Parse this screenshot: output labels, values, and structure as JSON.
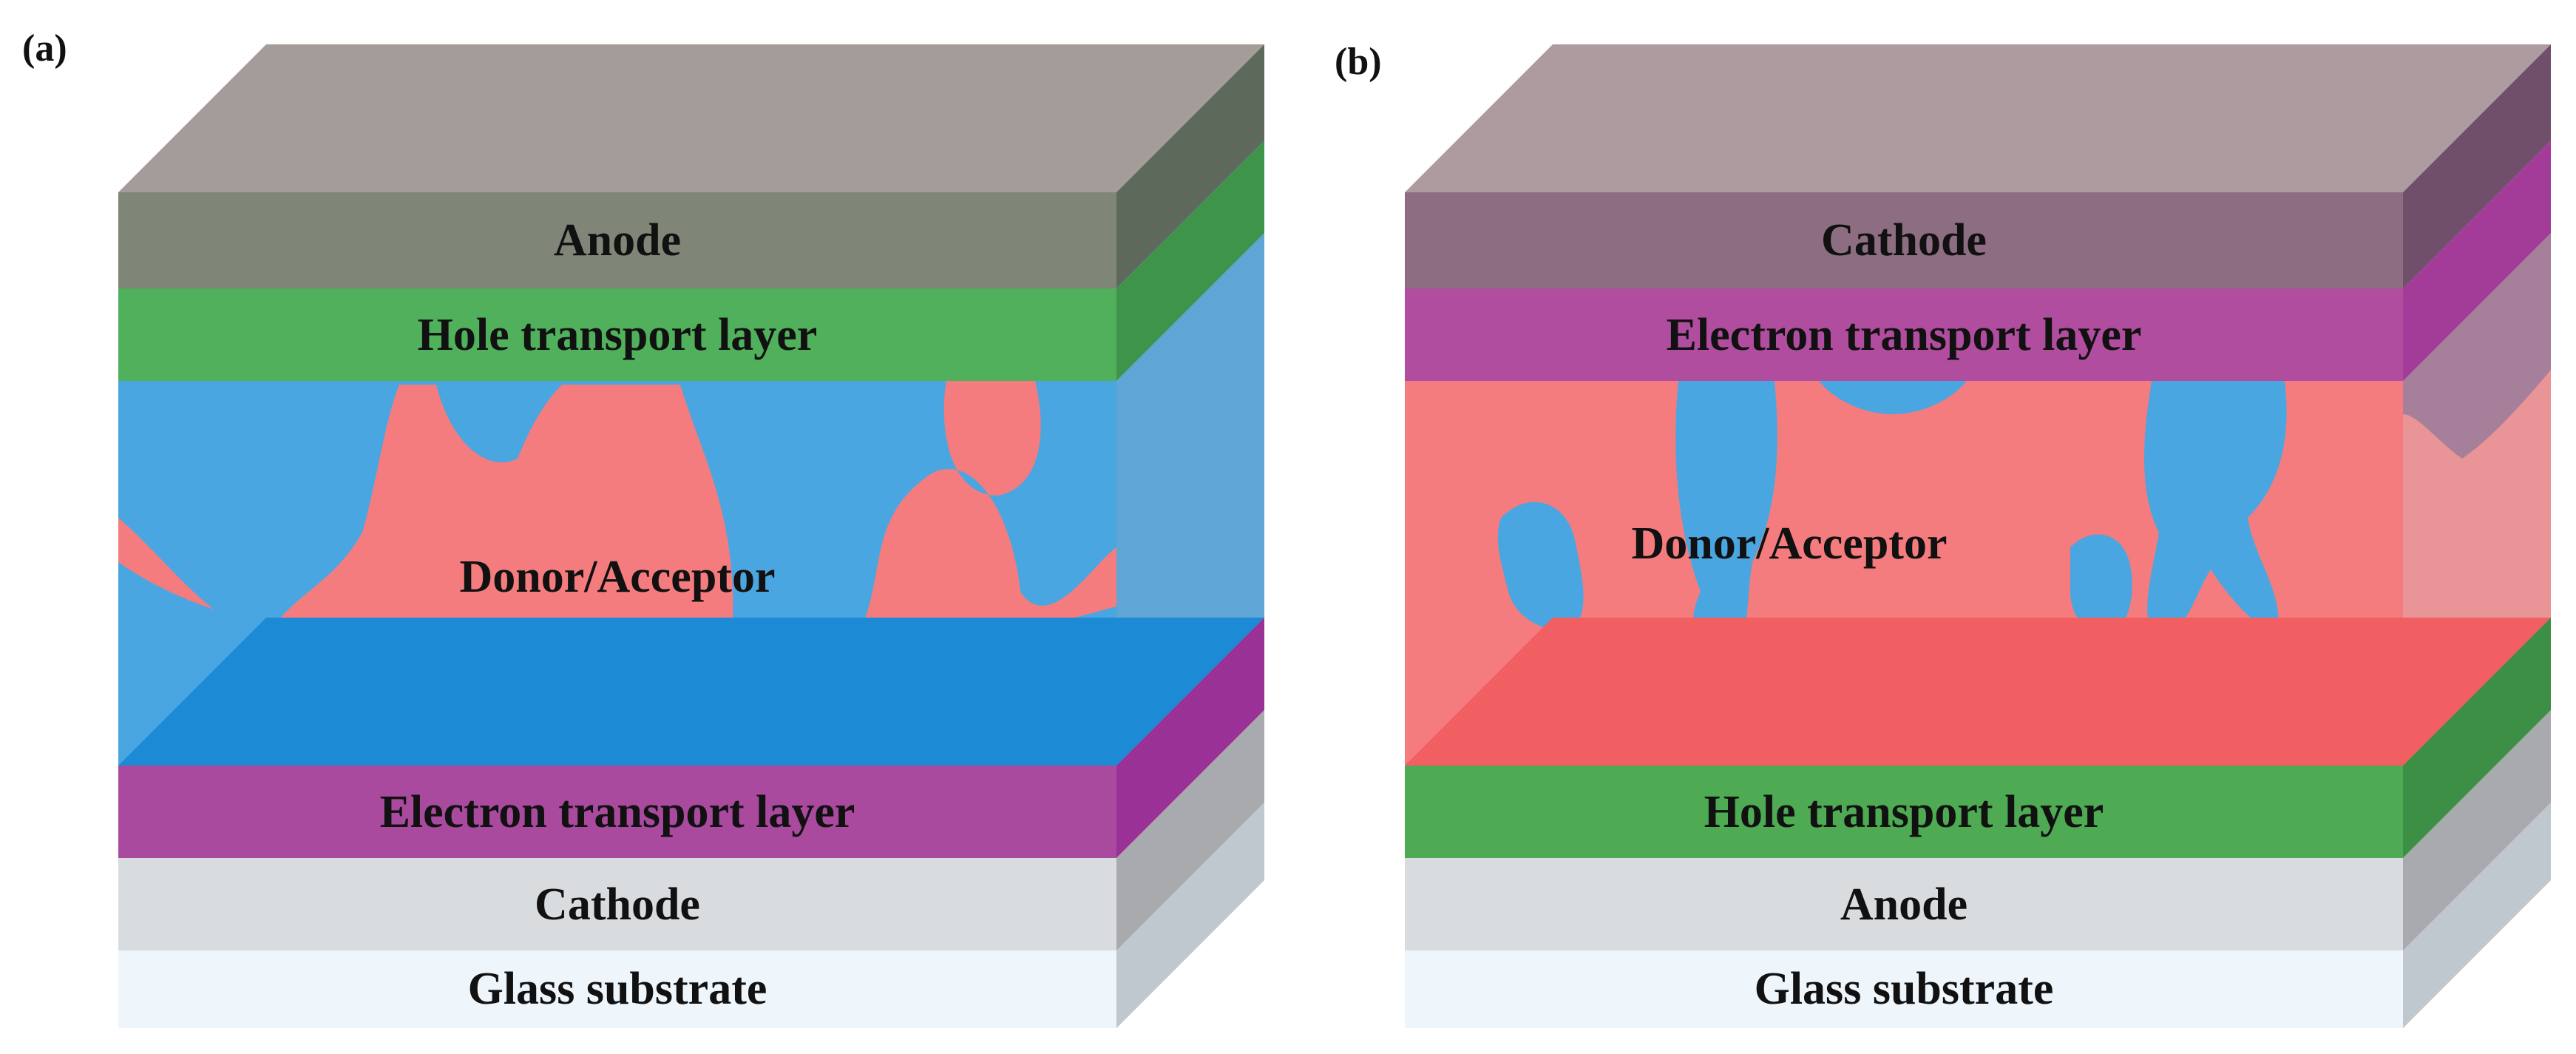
{
  "panels": [
    {
      "id": "a",
      "panel_label": "(a)",
      "top_cover_color": "#948b87",
      "active_layer": {
        "label": "Donor/Acceptor",
        "base_color": "#f47c7e",
        "fill_color": "#4aa6e0",
        "floor_color": "#1d8ad6",
        "domain_color": "#f47c7e"
      },
      "layers": [
        {
          "label": "Anode",
          "front_color": "#7f8678",
          "side_color": "#5d6a5b"
        },
        {
          "label": "Hole transport layer",
          "front_color": "#50b05c",
          "side_color": "#3f944c"
        },
        {
          "label": "Electron transport layer",
          "front_color": "#a94a9e",
          "side_color": "#9a3196"
        },
        {
          "label": "Cathode",
          "front_color": "#d9dcdf",
          "side_color": "#a9aaad"
        },
        {
          "label": "Glass substrate",
          "front_color": "#eef6fb",
          "side_color": "#bfc7cf"
        }
      ]
    },
    {
      "id": "b",
      "panel_label": "(b)",
      "top_cover_color": "#a08a8f",
      "active_layer": {
        "label": "Donor/Acceptor",
        "base_color": "#f47c7e",
        "fill_color": "#f47c7e",
        "floor_color": "#f25f63",
        "domain_color": "#4aa6e0"
      },
      "layers": [
        {
          "label": "Cathode",
          "front_color": "#8d6d82",
          "side_color": "#6f4f6a"
        },
        {
          "label": "Electron transport layer",
          "front_color": "#b14d9e",
          "side_color": "#a33c99"
        },
        {
          "label": "Hole transport layer",
          "front_color": "#4eab54",
          "side_color": "#3c8f44"
        },
        {
          "label": "Anode",
          "front_color": "#d9dcdf",
          "side_color": "#a9aaad"
        },
        {
          "label": "Glass substrate",
          "front_color": "#eef6fb",
          "side_color": "#bfc7cf"
        }
      ]
    }
  ]
}
